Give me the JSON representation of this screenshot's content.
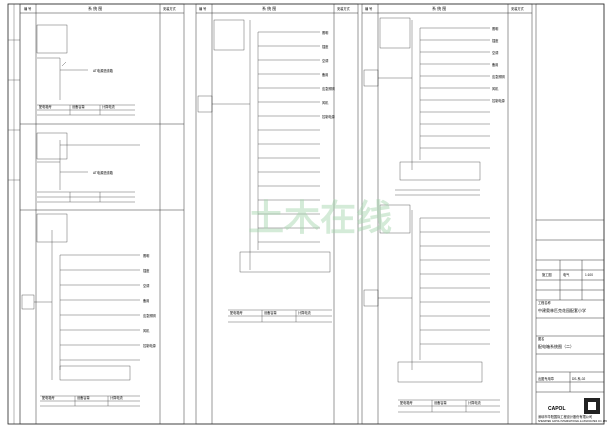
{
  "drawing_title": "配电箱系统图（二）",
  "project_name": "中建奥林匹克花园配套小学",
  "company_name": "深圳市华阳国际工程设计股份有限公司",
  "company_name_en": "SHENZHEN CAPOL INTERNATIONAL & ASSOCIATES CO.,LTD",
  "logo_text": "CAPOL",
  "watermark": "土木在线",
  "col_headers": {
    "group_no": "编 号",
    "system_diagram": "系 统 图",
    "install_method": "安装方式"
  },
  "outgoing_labels": [
    "照明",
    "插座",
    "空调",
    "备用",
    "应急照明",
    "风机",
    "控制电源"
  ],
  "box_label": "AT电源进线箱",
  "table_headers": [
    "配电箱号",
    "设备容量",
    "计算电流"
  ],
  "title_block": {
    "project_label": "工程名称",
    "drawing_label": "图名",
    "stage": "施工图",
    "discipline": "电气",
    "scale": "1:100",
    "sheet_no": "DS-系-02",
    "stamp": "出图专用章"
  }
}
